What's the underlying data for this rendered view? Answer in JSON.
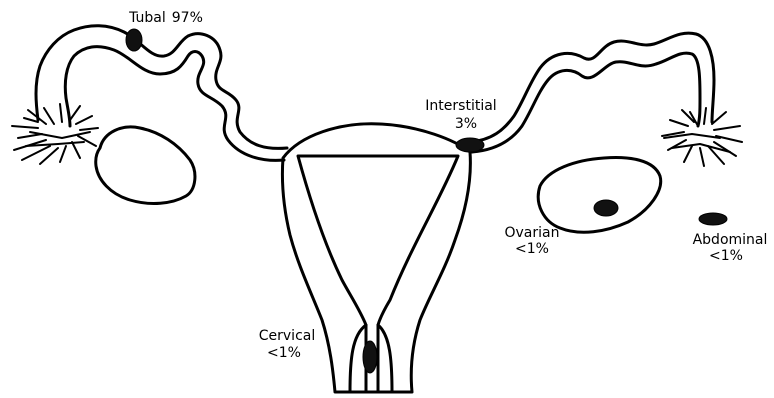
{
  "labels": {
    "tubal": {
      "name": "Tubal",
      "pct": "97%"
    },
    "interstitial": {
      "name": "Interstitial",
      "pct": "3%"
    },
    "ovarian": {
      "name": "Ovarian",
      "pct": "<1%"
    },
    "abdominal": {
      "name": "Abdominal",
      "pct": "<1%"
    },
    "cervical": {
      "name": "Cervical",
      "pct": "<1%"
    }
  },
  "colors": {
    "line": "#000000",
    "site_mark": "#111111",
    "background": "#ffffff"
  }
}
